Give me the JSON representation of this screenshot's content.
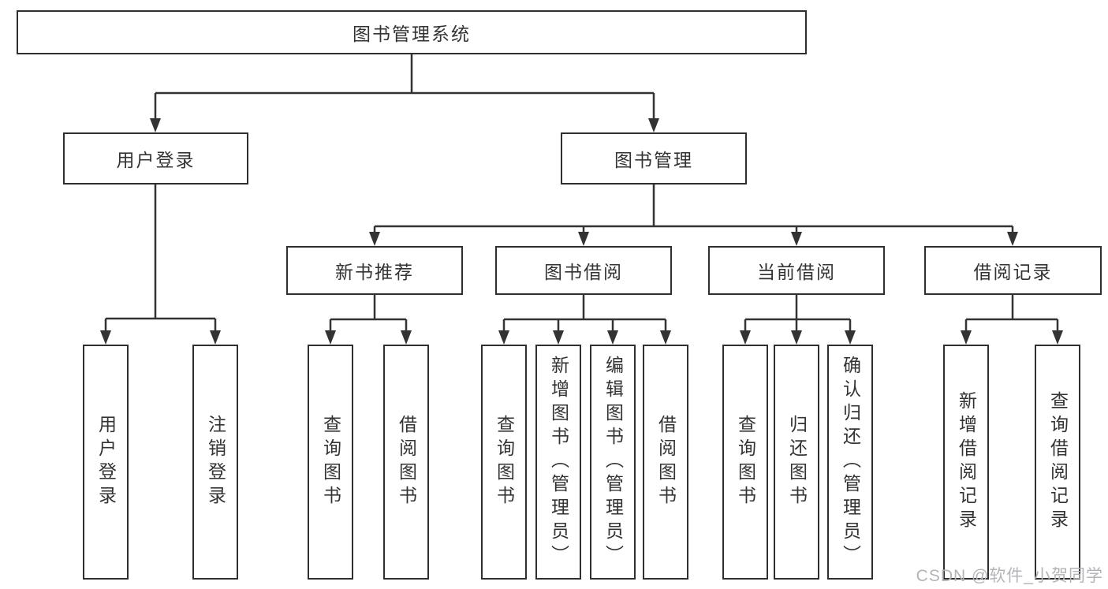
{
  "title": {
    "label": "图书管理系统"
  },
  "level2": {
    "user_login": "用户登录",
    "book_mgmt": "图书管理"
  },
  "level3": {
    "new_books": "新书推荐",
    "borrowing": "图书借阅",
    "current": "当前借阅",
    "records": "借阅记录"
  },
  "leaves": {
    "user_login": [
      "用户登录",
      "注销登录"
    ],
    "new_books": [
      "查询图书",
      "借阅图书"
    ],
    "borrowing": [
      "查询图书",
      "新增图书（管理员）",
      "编辑图书（管理员）",
      "借阅图书"
    ],
    "current": [
      "查询图书",
      "归还图书",
      "确认归还（管理员）"
    ],
    "records": [
      "新增借阅记录",
      "查询借阅记录"
    ]
  },
  "watermark": "CSDN @软件_小贺同学",
  "colors": {
    "line": "#333333",
    "border": "#2f2f2f",
    "text": "#333333",
    "watermark": "#b4b4b8",
    "background": "#ffffff"
  }
}
